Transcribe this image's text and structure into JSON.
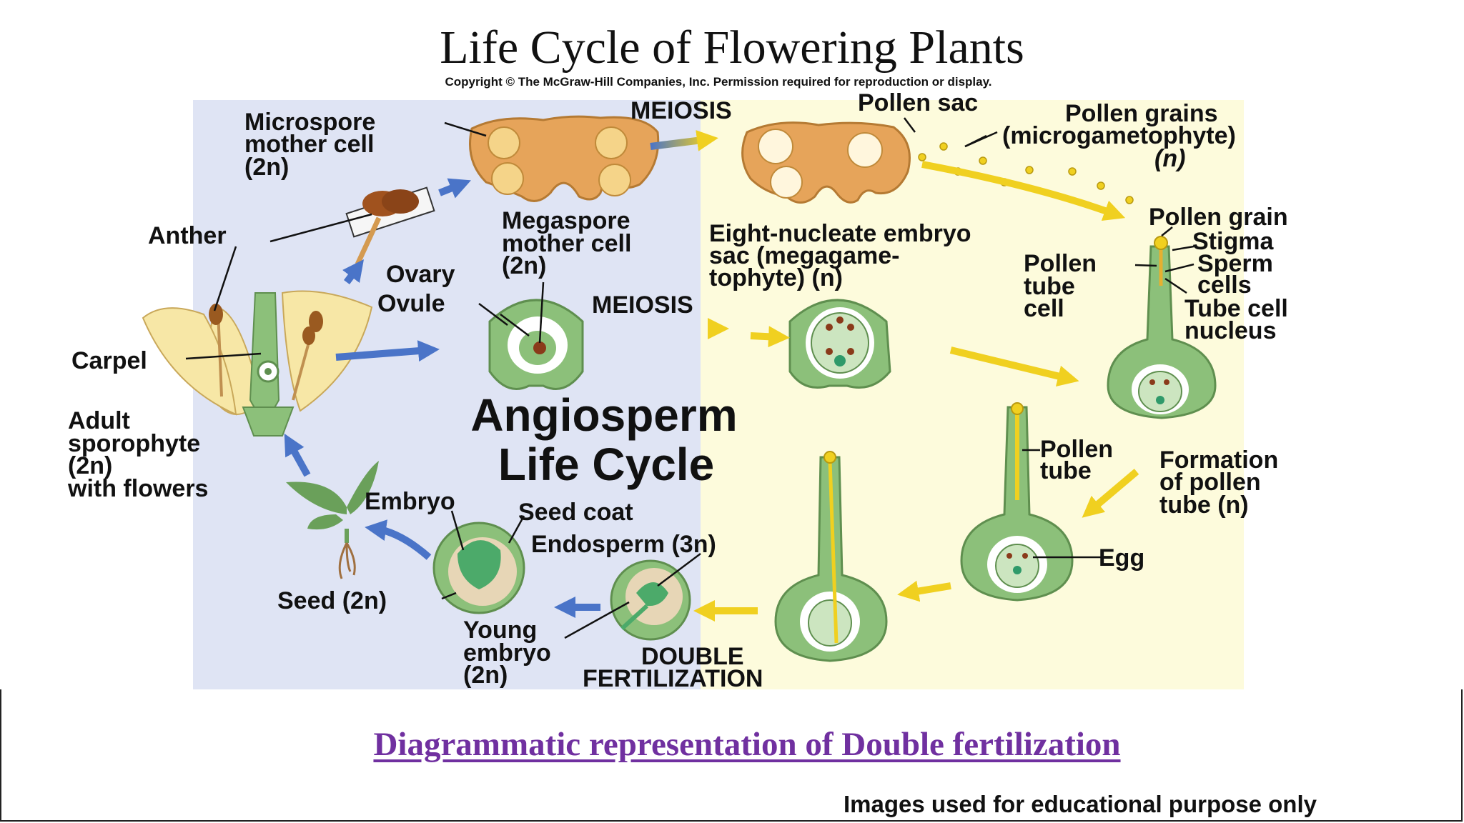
{
  "title": "Life Cycle of Flowering Plants",
  "copyright": "Copyright © The McGraw-Hill Companies, Inc. Permission required for reproduction or display.",
  "center_title_1": "Angiosperm",
  "center_title_2": "Life Cycle",
  "labels": {
    "microspore_1": "Microspore",
    "microspore_2": "mother cell",
    "microspore_3": "(2n)",
    "meiosis_top": "MEIOSIS",
    "pollen_sac": "Pollen sac",
    "pollen_grains_1": "Pollen grains",
    "pollen_grains_2": "(microgametophyte)",
    "pollen_grains_3": "(n)",
    "anther": "Anther",
    "megaspore_1": "Megaspore",
    "megaspore_2": "mother cell",
    "megaspore_3": "(2n)",
    "ovary": "Ovary",
    "ovule": "Ovule",
    "eight_nucleate_1": "Eight-nucleate embryo",
    "eight_nucleate_2": "sac (megagame-",
    "eight_nucleate_3": "tophyte) (n)",
    "meiosis_mid": "MEIOSIS",
    "pollen_grain": "Pollen grain",
    "stigma": "Stigma",
    "pollen_tube_cell_1": "Pollen",
    "pollen_tube_cell_2": "tube",
    "pollen_tube_cell_3": "cell",
    "sperm_cells_1": "Sperm",
    "sperm_cells_2": "cells",
    "tube_cell_nucleus_1": "Tube cell",
    "tube_cell_nucleus_2": "nucleus",
    "carpel": "Carpel",
    "adult_1": "Adult",
    "adult_2": "sporophyte",
    "adult_3": "(2n)",
    "adult_4": "with flowers",
    "pollen_tube_1": "Pollen",
    "pollen_tube_2": "tube",
    "formation_1": "Formation",
    "formation_2": "of pollen",
    "formation_3": "tube (n)",
    "embryo": "Embryo",
    "seed_coat": "Seed coat",
    "endosperm": "Endosperm (3n)",
    "egg": "Egg",
    "seed": "Seed (2n)",
    "young_embryo_1": "Young",
    "young_embryo_2": "embryo",
    "young_embryo_3": "(2n)",
    "double_1": "DOUBLE",
    "double_2": "FERTILIZATION"
  },
  "caption": "Diagrammatic representation of Double fertilization",
  "note": "Images used for educational purpose only",
  "colors": {
    "diploid_bg": "#dfe4f4",
    "haploid_bg": "#fdfbdc",
    "tissue_green": "#8cc07a",
    "anther_orange": "#e6a45a",
    "arrow_blue": "#4a74c8",
    "arrow_yellow": "#f0d020",
    "caption_purple": "#7030a0"
  }
}
